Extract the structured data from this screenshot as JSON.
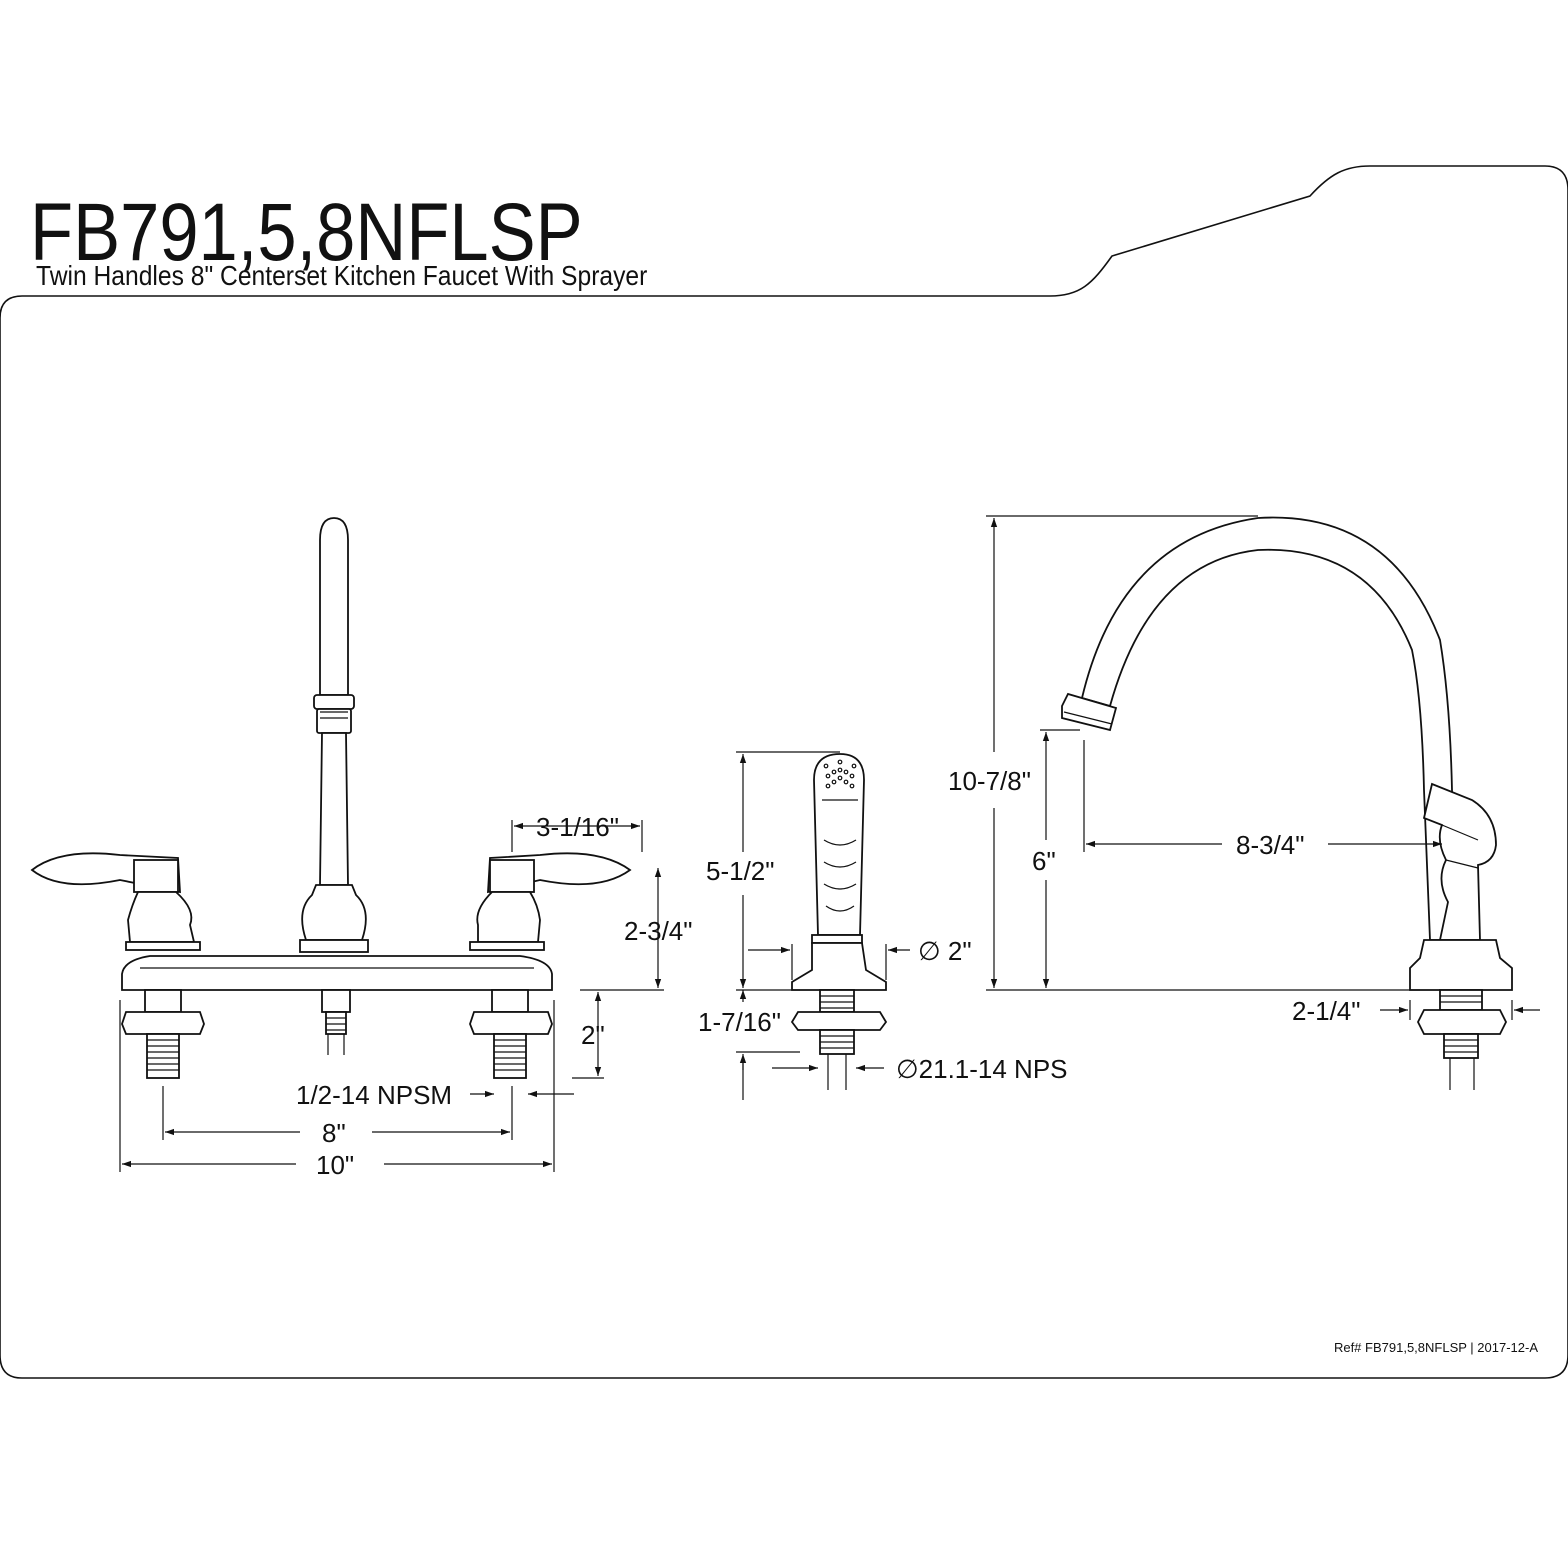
{
  "header": {
    "model": "FB791,5,8NFLSP",
    "description": "Twin Handles 8\" Centerset Kitchen Faucet With Sprayer"
  },
  "dimensions": {
    "handle_spacing_center": "3-1/16\"",
    "handle_height": "2-3/4\"",
    "shank_length": "2\"",
    "supply_thread": "1/2-14 NPSM",
    "center_spacing": "8\"",
    "overall_width": "10\"",
    "sprayer_height": "5-1/2\"",
    "sprayer_base_diameter": "∅ 2\"",
    "sprayer_shank_length": "1-7/16\"",
    "sprayer_thread": "∅21.1-14 NPS",
    "spout_height": "10-7/8\"",
    "spout_outlet_height": "6\"",
    "spout_reach": "8-3/4\"",
    "spout_base_diameter": "2-1/4\""
  },
  "footer": {
    "reference": "Ref# FB791,5,8NFLSP | 2017-12-A"
  }
}
